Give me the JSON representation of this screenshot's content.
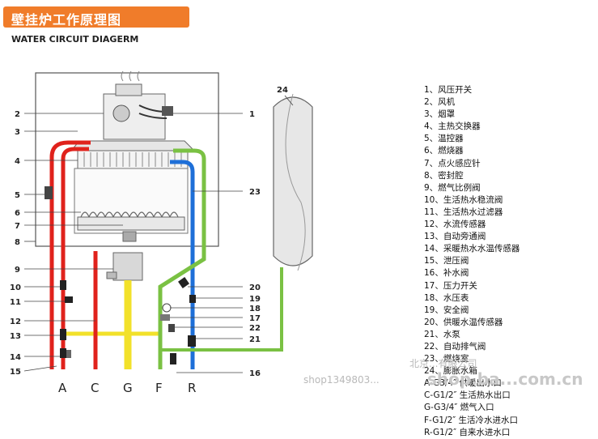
{
  "header": {
    "title": "壁挂炉工作原理图",
    "subtitle": "WATER CIRCUIT DIAGERM"
  },
  "callouts": {
    "n1": "1",
    "n2": "2",
    "n3": "3",
    "n4": "4",
    "n5": "5",
    "n6": "6",
    "n7": "7",
    "n8": "8",
    "n9": "9",
    "n10": "10",
    "n11": "11",
    "n12": "12",
    "n13": "13",
    "n14": "14",
    "n15": "15",
    "n16": "16",
    "n17": "17",
    "n18": "18",
    "n19": "19",
    "n20": "20",
    "n21": "21",
    "n22": "22",
    "n23": "23",
    "n24": "24"
  },
  "ports": {
    "A": "A",
    "C": "C",
    "G": "G",
    "F": "F",
    "R": "R"
  },
  "legend": [
    "1、风压开关",
    "2、风机",
    "3、烟罩",
    "4、主热交换器",
    "5、温控器",
    "6、燃烧器",
    "7、点火感应针",
    "8、密封腔",
    "9、燃气比例阀",
    "10、生活热水稳流阀",
    "11、生活热水过滤器",
    "12、水流传感器",
    "13、自动旁通阀",
    "14、采暖热水水温传感器",
    "15、泄压阀",
    "16、补水阀",
    "17、压力开关",
    "18、水压表",
    "19、安全阀",
    "20、供暖水温传感器",
    "21、水泵",
    "22、自动排气阀",
    "23、燃烧室",
    "24、膨胀水箱",
    "A-G3/4″ 供暖出水口",
    "C-G1/2″ 生活热水出口",
    "G-G3/4″ 燃气入口",
    "F-G1/2″ 生活冷水进水口",
    "R-G1/2″ 自来水进水口"
  ],
  "watermark": {
    "company": "北京...有限公司",
    "shop": "shop1349803...",
    "site": "shop.ba...com.cn"
  },
  "colors": {
    "title_bg": "#f07c2a",
    "red_pipe": "#e0221c",
    "blue_pipe": "#1e6fd8",
    "green_pipe": "#7ac143",
    "gas_pipe": "#f2e12a"
  }
}
